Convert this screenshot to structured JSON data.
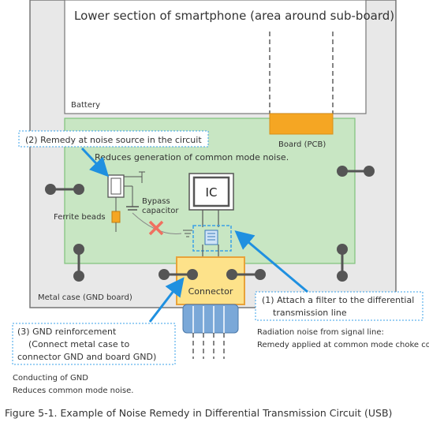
{
  "diagram": {
    "phone_section_title": "Lower section of smartphone (area around sub-board)",
    "battery_label": "Battery",
    "board_label": "Board (PCB)",
    "metal_case_label": "Metal case (GND board)",
    "ic_label": "IC",
    "connector_label": "Connector",
    "ferrite_label": "Ferrite beads",
    "bypass_label_line1": "Bypass",
    "bypass_label_line2": "capacitor",
    "remedy1": {
      "callout": "(2) Remedy at noise source in the circuit",
      "note": "Reduces generation of common mode noise."
    },
    "remedy2": {
      "callout_line1": "(1) Attach a filter to the differential",
      "callout_line2": "transmission line",
      "note_line1": "Radiation noise from signal line:",
      "note_line2": "Remedy applied at common mode choke coil."
    },
    "remedy3": {
      "callout_line1": "(3) GND reinforcement",
      "callout_line2": "(Connect metal case to",
      "callout_line3": "connector GND and board GND)",
      "note_line1": "Conducting of GND",
      "note_line2": "Reduces common mode noise."
    },
    "caption": "Figure 5-1. Example of Noise Remedy in Differential Transmission Circuit (USB)",
    "colors": {
      "metal_case": "#e8e8e8",
      "board": "#c8e6c3",
      "board_border": "#7ec27a",
      "board_tab": "#f5a623",
      "connector": "#fde28a",
      "connector_border": "#e8a23a",
      "usb_plug": "#7aa8d8",
      "callout_border": "#3aa0e8",
      "arrow": "#1f90e0",
      "cross": "#f07060",
      "screw": "#555555"
    }
  }
}
